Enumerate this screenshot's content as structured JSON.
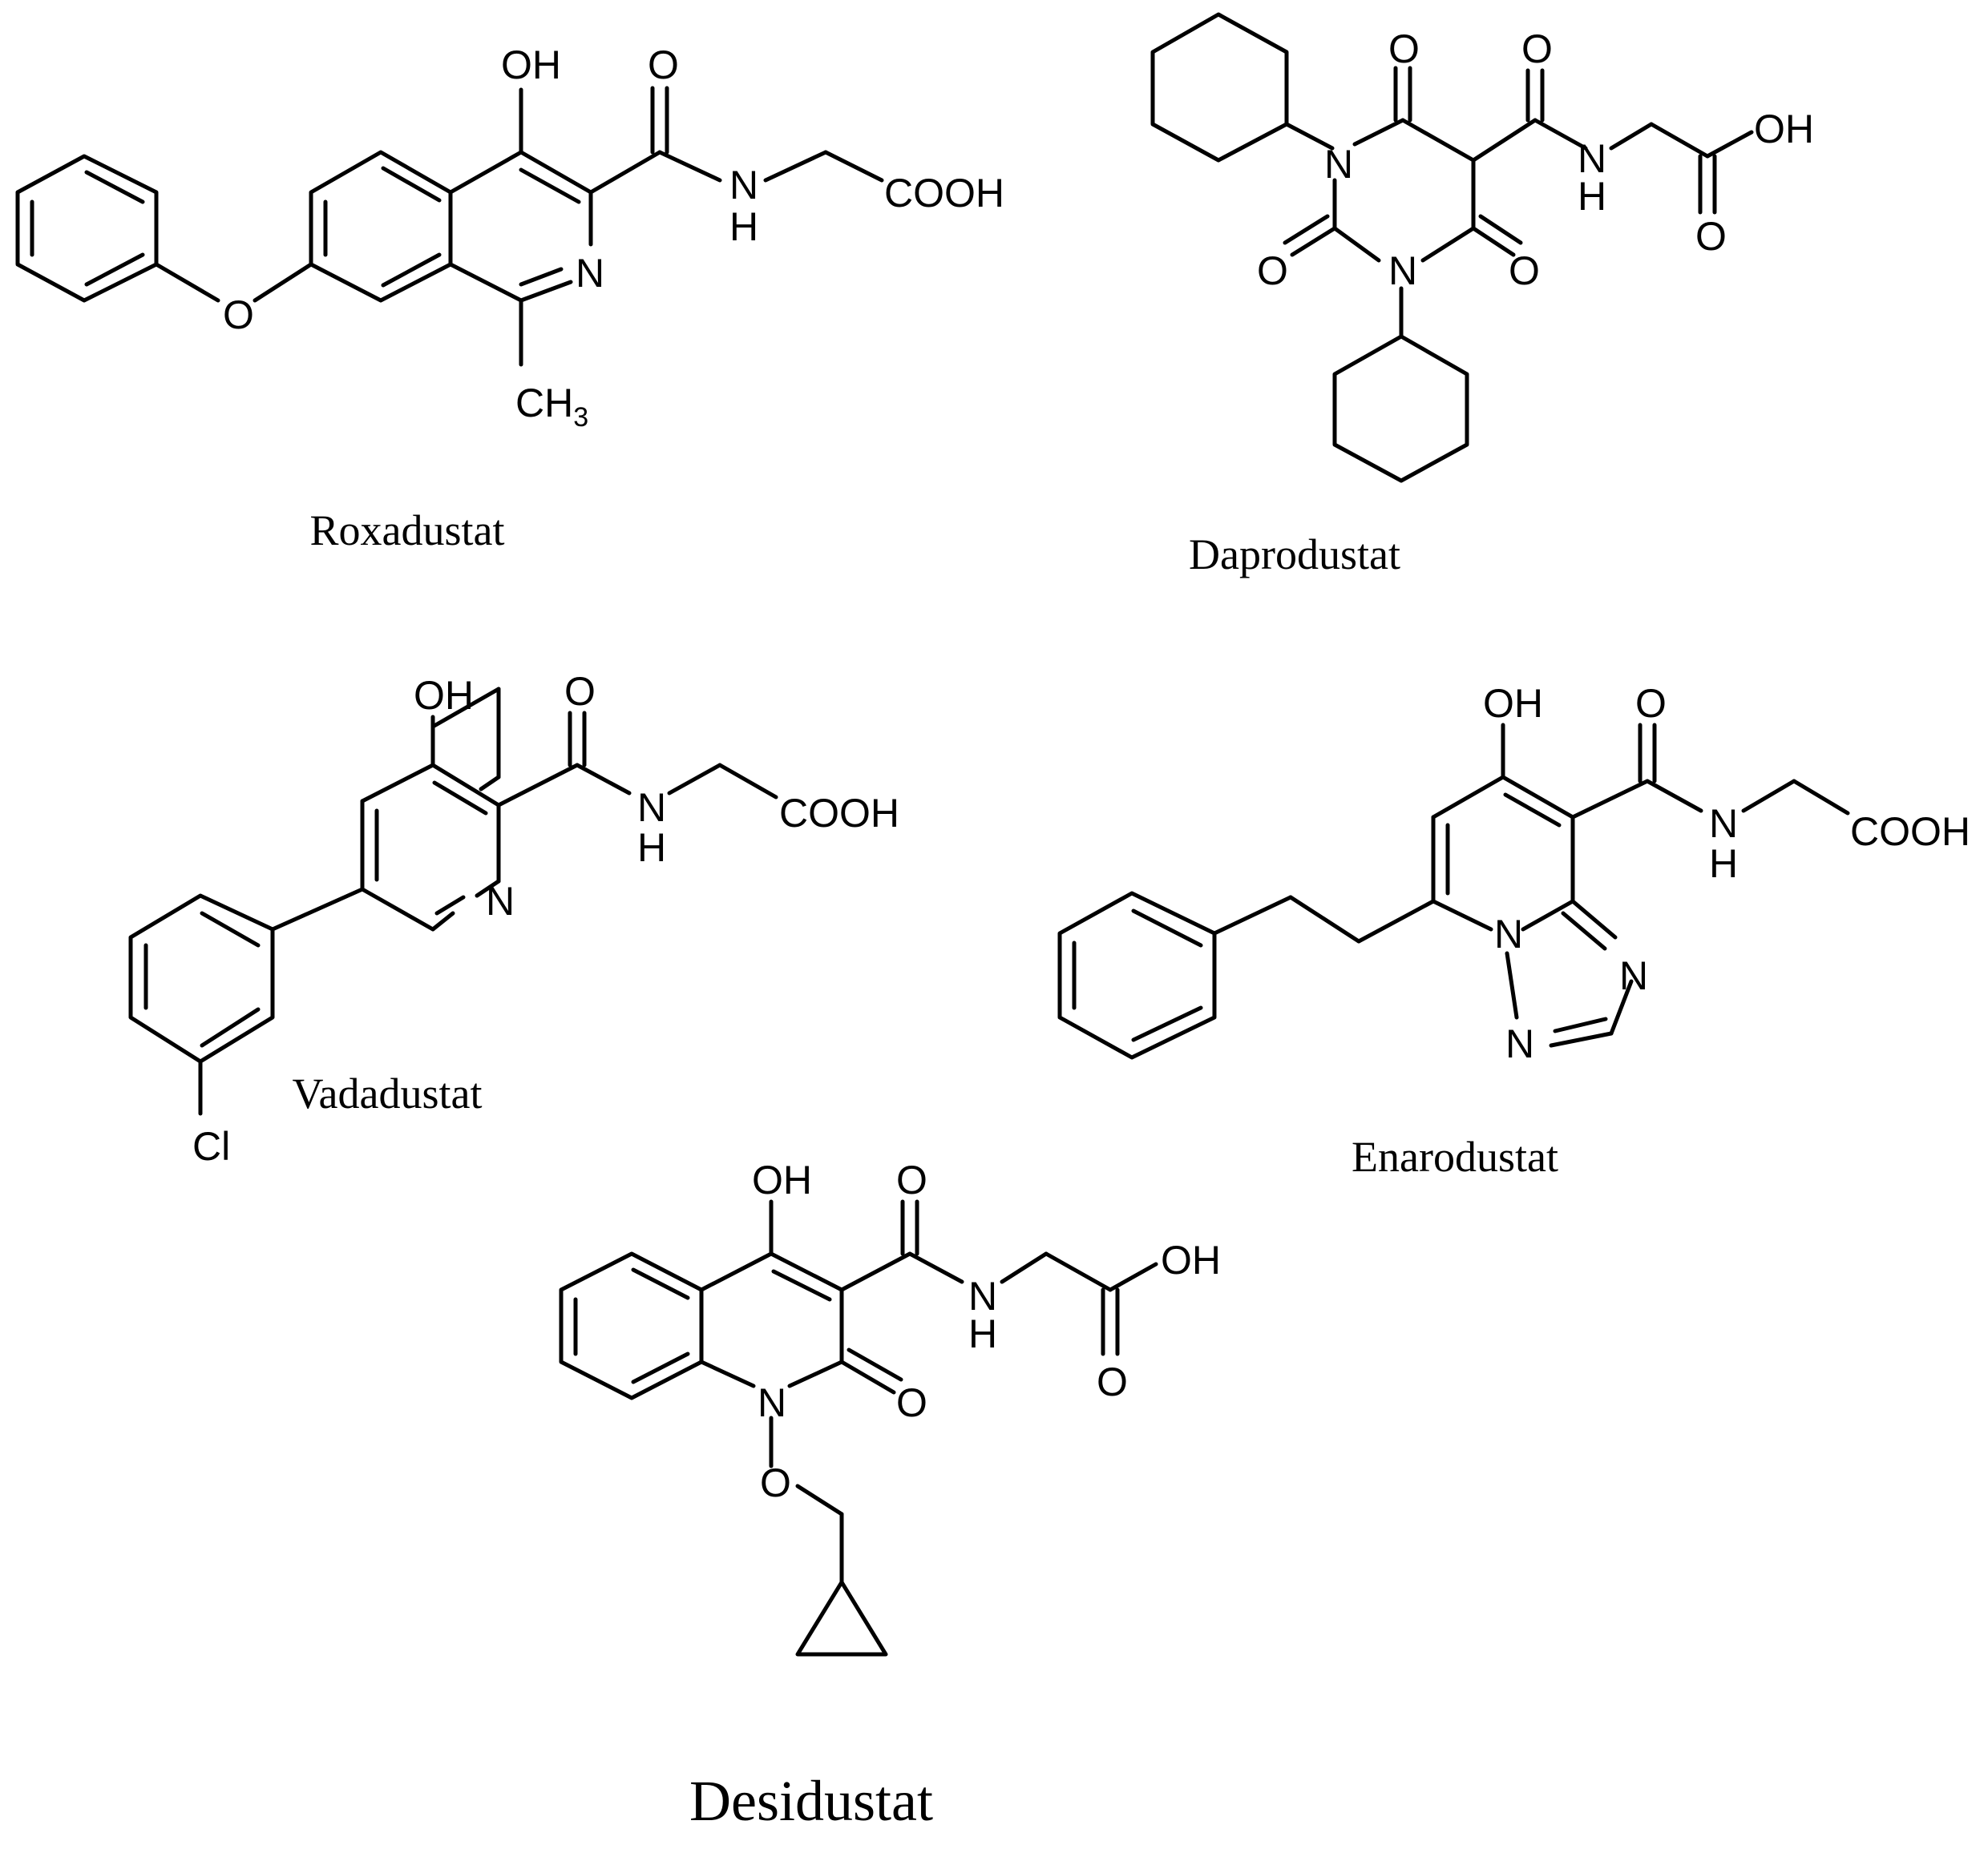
{
  "compounds": {
    "roxadustat": {
      "name": "Roxadustat",
      "atoms": {
        "oh": "OH",
        "o_amide": "O",
        "n_amide": "N",
        "h_amide": "H",
        "cooh": "COOH",
        "n_ring": "N",
        "o_ether": "O",
        "ch3": "CH",
        "ch3_sub": "3"
      }
    },
    "daprodustat": {
      "name": "Daprodustat",
      "atoms": {
        "o_top": "O",
        "n1": "N",
        "o_left": "O",
        "n3": "N",
        "o_right": "O",
        "o_amide": "O",
        "n_amide": "N",
        "h_amide": "H",
        "oh": "OH",
        "o_acid": "O"
      }
    },
    "vadadustat": {
      "name": "Vadadustat",
      "atoms": {
        "oh": "OH",
        "o_amide": "O",
        "n_amide": "N",
        "h_amide": "H",
        "cooh": "COOH",
        "n_ring": "N",
        "cl": "Cl"
      }
    },
    "enarodustat": {
      "name": "Enarodustat",
      "atoms": {
        "oh": "OH",
        "o_amide": "O",
        "n_amide": "N",
        "h_amide": "H",
        "cooh": "COOH",
        "n_bridge": "N",
        "n_right": "N",
        "n_bottom": "N"
      }
    },
    "desidustat": {
      "name": "Desidustat",
      "atoms": {
        "oh": "OH",
        "o_amide": "O",
        "n_amide": "N",
        "h_amide": "H",
        "oh_acid": "OH",
        "o_acid": "O",
        "n_ring": "N",
        "o_keto": "O",
        "o_ether": "O"
      }
    }
  }
}
